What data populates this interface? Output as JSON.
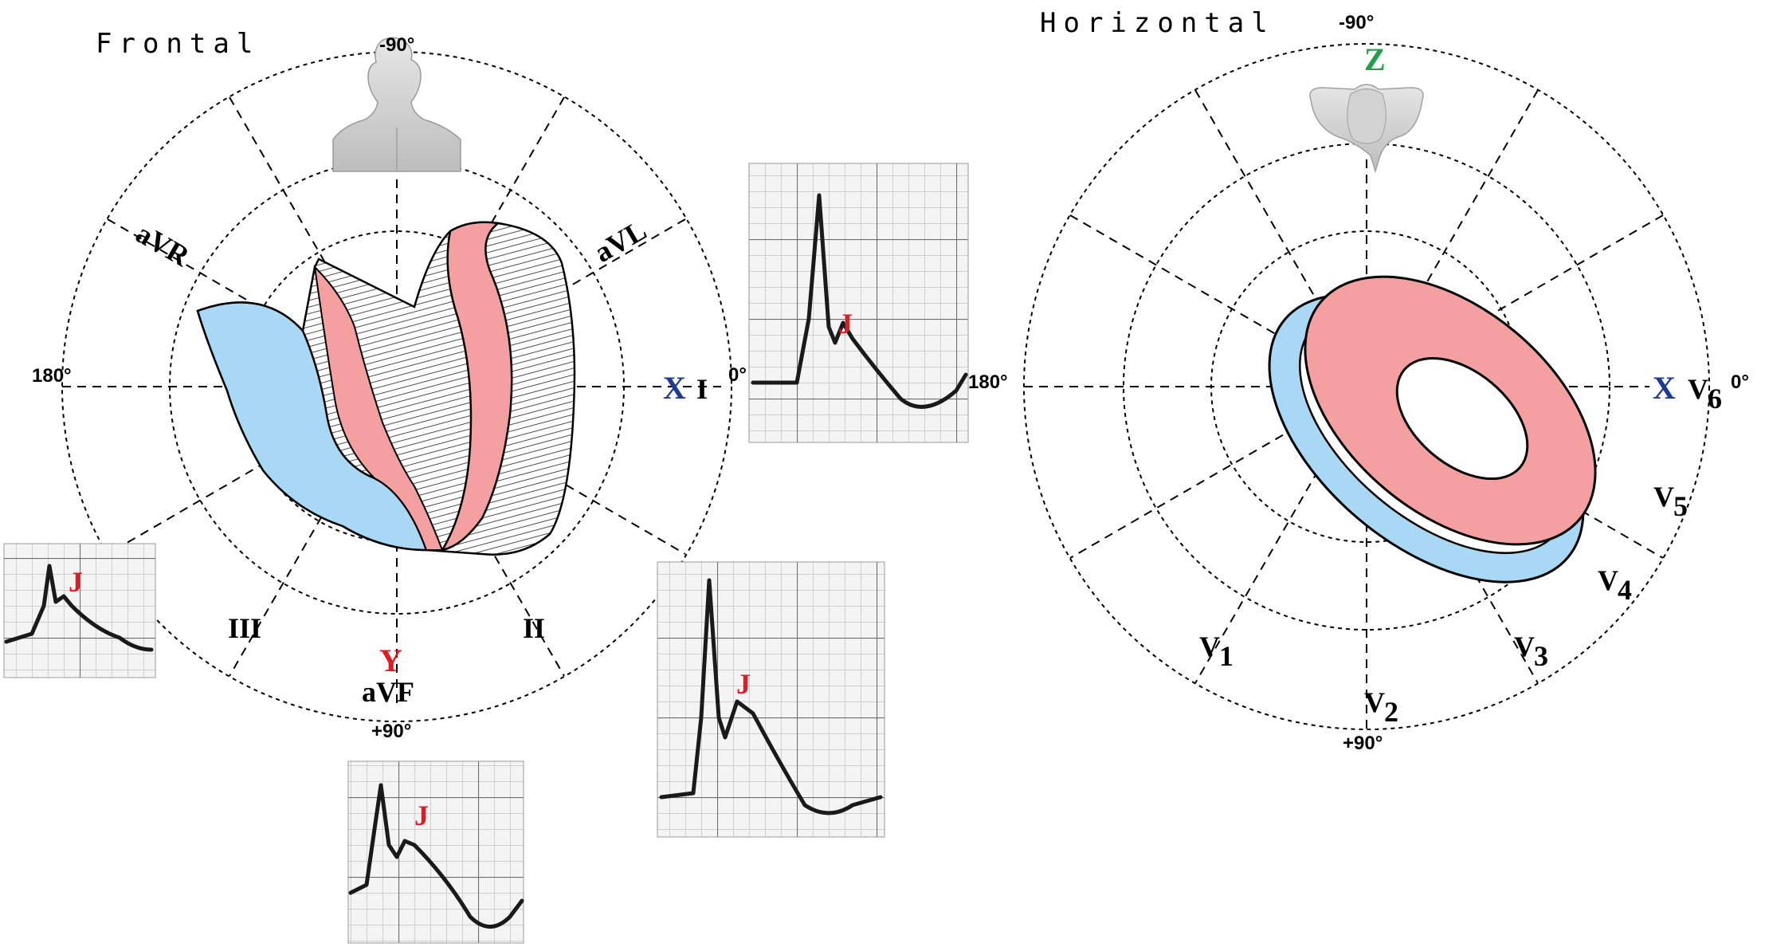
{
  "frontal": {
    "title": "Frontal",
    "deg_top": "-90°",
    "deg_bottom": "+90°",
    "deg_left": "180°",
    "deg_right": "0°",
    "leads": {
      "avr": "aVR",
      "avl": "aVL",
      "i": "I",
      "ii": "II",
      "iii": "III",
      "avf": "aVF"
    },
    "axis_x": "X",
    "axis_y": "Y",
    "axis_x_color": "#1f3a93",
    "axis_y_color": "#e01b24"
  },
  "horizontal": {
    "title": "Horizontal",
    "deg_top": "-90°",
    "deg_bottom": "+90°",
    "deg_left": "180°",
    "deg_right": "0°",
    "axis_x": "X",
    "axis_z": "Z",
    "axis_x_color": "#1f3a93",
    "axis_z_color": "#1fa04a",
    "lead_letter": "V",
    "leads": {
      "v1": "1",
      "v2": "2",
      "v3": "3",
      "v4": "4",
      "v5": "5",
      "v6": "6"
    }
  },
  "ecg_strips": {
    "j_label": "J",
    "j_color": "#e01b24"
  },
  "colors": {
    "left_ventricle_wall": "#f4a0a0",
    "right_ventricle_wall": "#a8d8f3"
  },
  "icons": {
    "torso": "human-torso-front-icon",
    "heart_top": "heart-top-view-icon"
  }
}
